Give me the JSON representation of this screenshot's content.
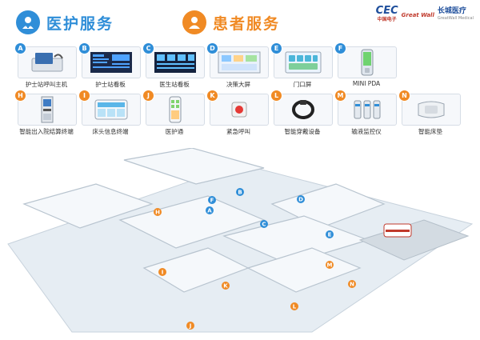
{
  "header": {
    "left_title": "医护服务",
    "right_title": "患者服务",
    "left_color": "#2f8ed8",
    "right_color": "#f08a24"
  },
  "logo": {
    "cec": "CEC",
    "cec_sub": "中国电子",
    "gw": "Great Wall",
    "gw_cn": "长城医疗",
    "gw_sub": "GreatWall Medical"
  },
  "devices": [
    {
      "letter": "A",
      "label": "护士站呼叫主机",
      "color": "#2f8ed8",
      "icon": "nurse-call-host-icon"
    },
    {
      "letter": "B",
      "label": "护士站看板",
      "color": "#2f8ed8",
      "icon": "nurse-station-board-icon"
    },
    {
      "letter": "C",
      "label": "医生站看板",
      "color": "#2f8ed8",
      "icon": "doctor-station-board-icon"
    },
    {
      "letter": "D",
      "label": "决策大屏",
      "color": "#2f8ed8",
      "icon": "decision-screen-icon"
    },
    {
      "letter": "E",
      "label": "门口屏",
      "color": "#2f8ed8",
      "icon": "door-screen-icon"
    },
    {
      "letter": "F",
      "label": "MINI PDA",
      "color": "#2f8ed8",
      "icon": "mini-pda-icon"
    },
    {
      "letter": "H",
      "label": "智能出入院结算终端",
      "color": "#f08a24",
      "icon": "settlement-terminal-icon"
    },
    {
      "letter": "I",
      "label": "床头信息终端",
      "color": "#f08a24",
      "icon": "bedside-terminal-icon"
    },
    {
      "letter": "J",
      "label": "医护通",
      "color": "#f08a24",
      "icon": "medical-phone-icon"
    },
    {
      "letter": "K",
      "label": "紧急呼叫",
      "color": "#f08a24",
      "icon": "emergency-button-icon"
    },
    {
      "letter": "L",
      "label": "智能穿戴设备",
      "color": "#f08a24",
      "icon": "wearable-band-icon"
    },
    {
      "letter": "M",
      "label": "输液监控仪",
      "color": "#f08a24",
      "icon": "infusion-monitor-icon"
    },
    {
      "letter": "N",
      "label": "智能床垫",
      "color": "#f08a24",
      "icon": "smart-mattress-icon"
    }
  ],
  "map_markers": [
    {
      "letter": "A",
      "color": "#2f8ed8"
    },
    {
      "letter": "B",
      "color": "#2f8ed8"
    },
    {
      "letter": "C",
      "color": "#2f8ed8"
    },
    {
      "letter": "D",
      "color": "#2f8ed8"
    },
    {
      "letter": "E",
      "color": "#2f8ed8"
    },
    {
      "letter": "F",
      "color": "#2f8ed8"
    },
    {
      "letter": "H",
      "color": "#f08a24"
    },
    {
      "letter": "I",
      "color": "#f08a24"
    },
    {
      "letter": "J",
      "color": "#f08a24"
    },
    {
      "letter": "K",
      "color": "#f08a24"
    },
    {
      "letter": "L",
      "color": "#f08a24"
    },
    {
      "letter": "M",
      "color": "#f08a24"
    },
    {
      "letter": "N",
      "color": "#f08a24"
    }
  ]
}
